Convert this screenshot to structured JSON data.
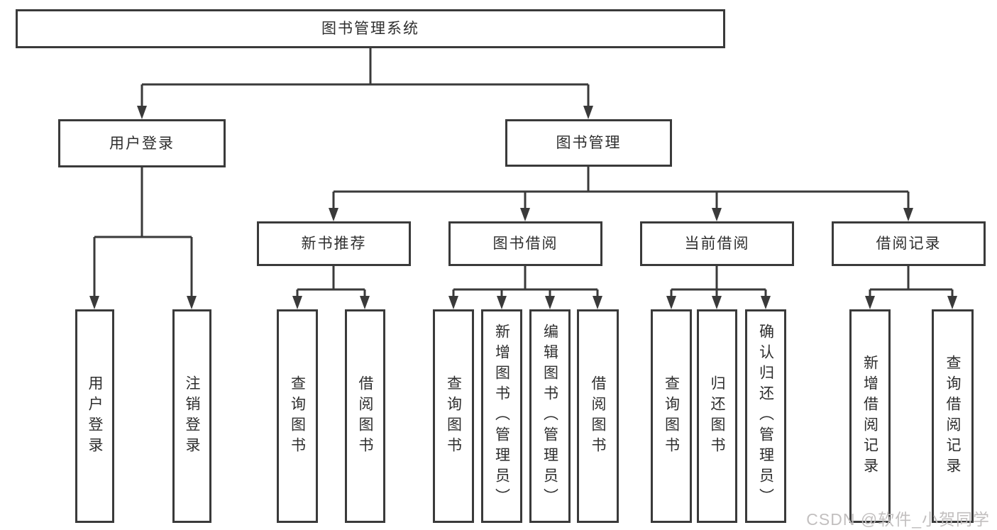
{
  "page": {
    "background": "#ffffff",
    "line_color": "#3a3a3a",
    "box_border_color": "#3a3a3a",
    "text_color": "#2e2e2e",
    "watermark_color": "#c2bfbf"
  },
  "diagram": {
    "root": {
      "label": "图书管理系统"
    },
    "children": [
      {
        "label": "用户登录",
        "children": [
          {
            "label": "用户登录"
          },
          {
            "label": "注销登录"
          }
        ]
      },
      {
        "label": "图书管理",
        "children": [
          {
            "label": "新书推荐",
            "children": [
              {
                "label": "查询图书"
              },
              {
                "label": "借阅图书"
              }
            ]
          },
          {
            "label": "图书借阅",
            "children": [
              {
                "label": "查询图书"
              },
              {
                "label": "新增图书（管理员）"
              },
              {
                "label": "编辑图书（管理员）"
              },
              {
                "label": "借阅图书"
              }
            ]
          },
          {
            "label": "当前借阅",
            "children": [
              {
                "label": "查询图书"
              },
              {
                "label": "归还图书"
              },
              {
                "label": "确认归还（管理员）"
              }
            ]
          },
          {
            "label": "借阅记录",
            "children": [
              {
                "label": "新增借阅记录"
              },
              {
                "label": "查询借阅记录"
              }
            ]
          }
        ]
      }
    ]
  },
  "watermark": {
    "text": "CSDN @软件_小贺同学"
  }
}
